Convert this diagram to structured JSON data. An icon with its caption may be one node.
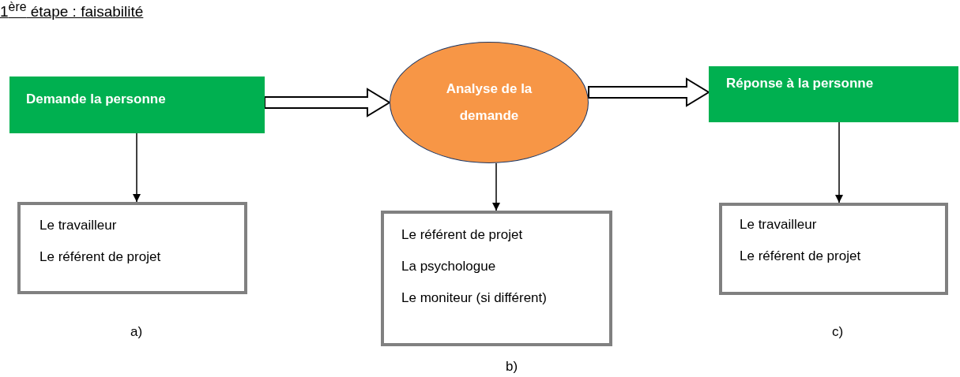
{
  "diagram": {
    "title": "1$^{ère}$ étape : faisabilité",
    "nodes": [
      {
        "text": [
          "Demande la personne"
        ]
      },
      {
        "text": [
          "Analyse de la demande"
        ]
      },
      {
        "text": [
          "Réponse à la personne"
        ]
      },
      {
        "text": [
          "Le travailleur",
          "Le référent de projet"
        ],
        "beside": [
          "a)"
        ]
      },
      {
        "text": [
          "Le référent de projet",
          "La psychologue",
          "Le moniteur (si différent)"
        ],
        "beside": [
          "b)"
        ]
      },
      {
        "text": [
          "Le travailleur",
          "Le référent de projet"
        ],
        "beside": [
          "c)"
        ]
      }
    ],
    "edges": [
      {
        "from": 0,
        "to": 1,
        "arrow": "to",
        "style": "thick"
      },
      {
        "from": 1,
        "to": 2,
        "arrow": "to",
        "style": "thick"
      },
      {
        "from": 0,
        "to": 3,
        "arrow": "to"
      },
      {
        "from": 1,
        "to": 4,
        "arrow": "to"
      },
      {
        "from": 2,
        "to": 5,
        "arrow": "to"
      }
    ]
  }
}
